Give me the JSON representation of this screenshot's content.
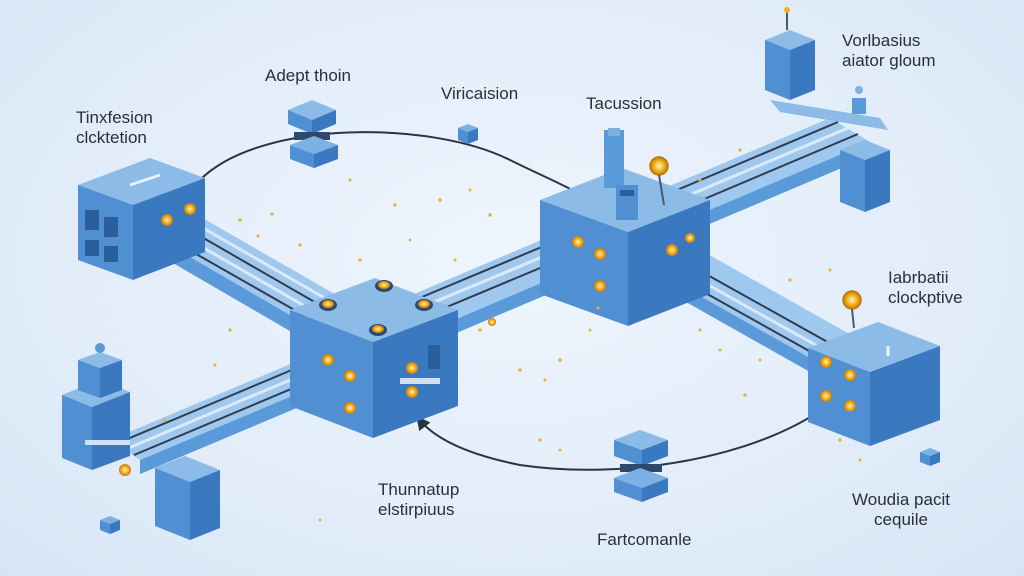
{
  "labels": {
    "top_left": {
      "line1": "Tinxfesion",
      "line2": "clcktetion"
    },
    "adept": "Adept thoin",
    "viricaision": "Viricaision",
    "tacussion": "Tacussion",
    "top_right": {
      "line1": "Vorlbasius",
      "line2": "aiator gloum"
    },
    "right": {
      "line1": "Iabrbatii",
      "line2": "clockptive"
    },
    "bottom_center": {
      "line1": "Thunnatup",
      "line2": "elstirpiuus"
    },
    "bottom": "Fartcomanle",
    "bottom_right": {
      "line1": "Woudia pacit",
      "line2": "cequile"
    }
  },
  "colors": {
    "cube_top": "#8cbbe8",
    "cube_left": "#4f8fd2",
    "cube_right": "#3a78c0",
    "belt_top": "#9ec8ee",
    "belt_side": "#5a9ad8",
    "indicator": "#f2b01e",
    "arrow": "#2a3446",
    "sparkle": "#e8b23a"
  }
}
